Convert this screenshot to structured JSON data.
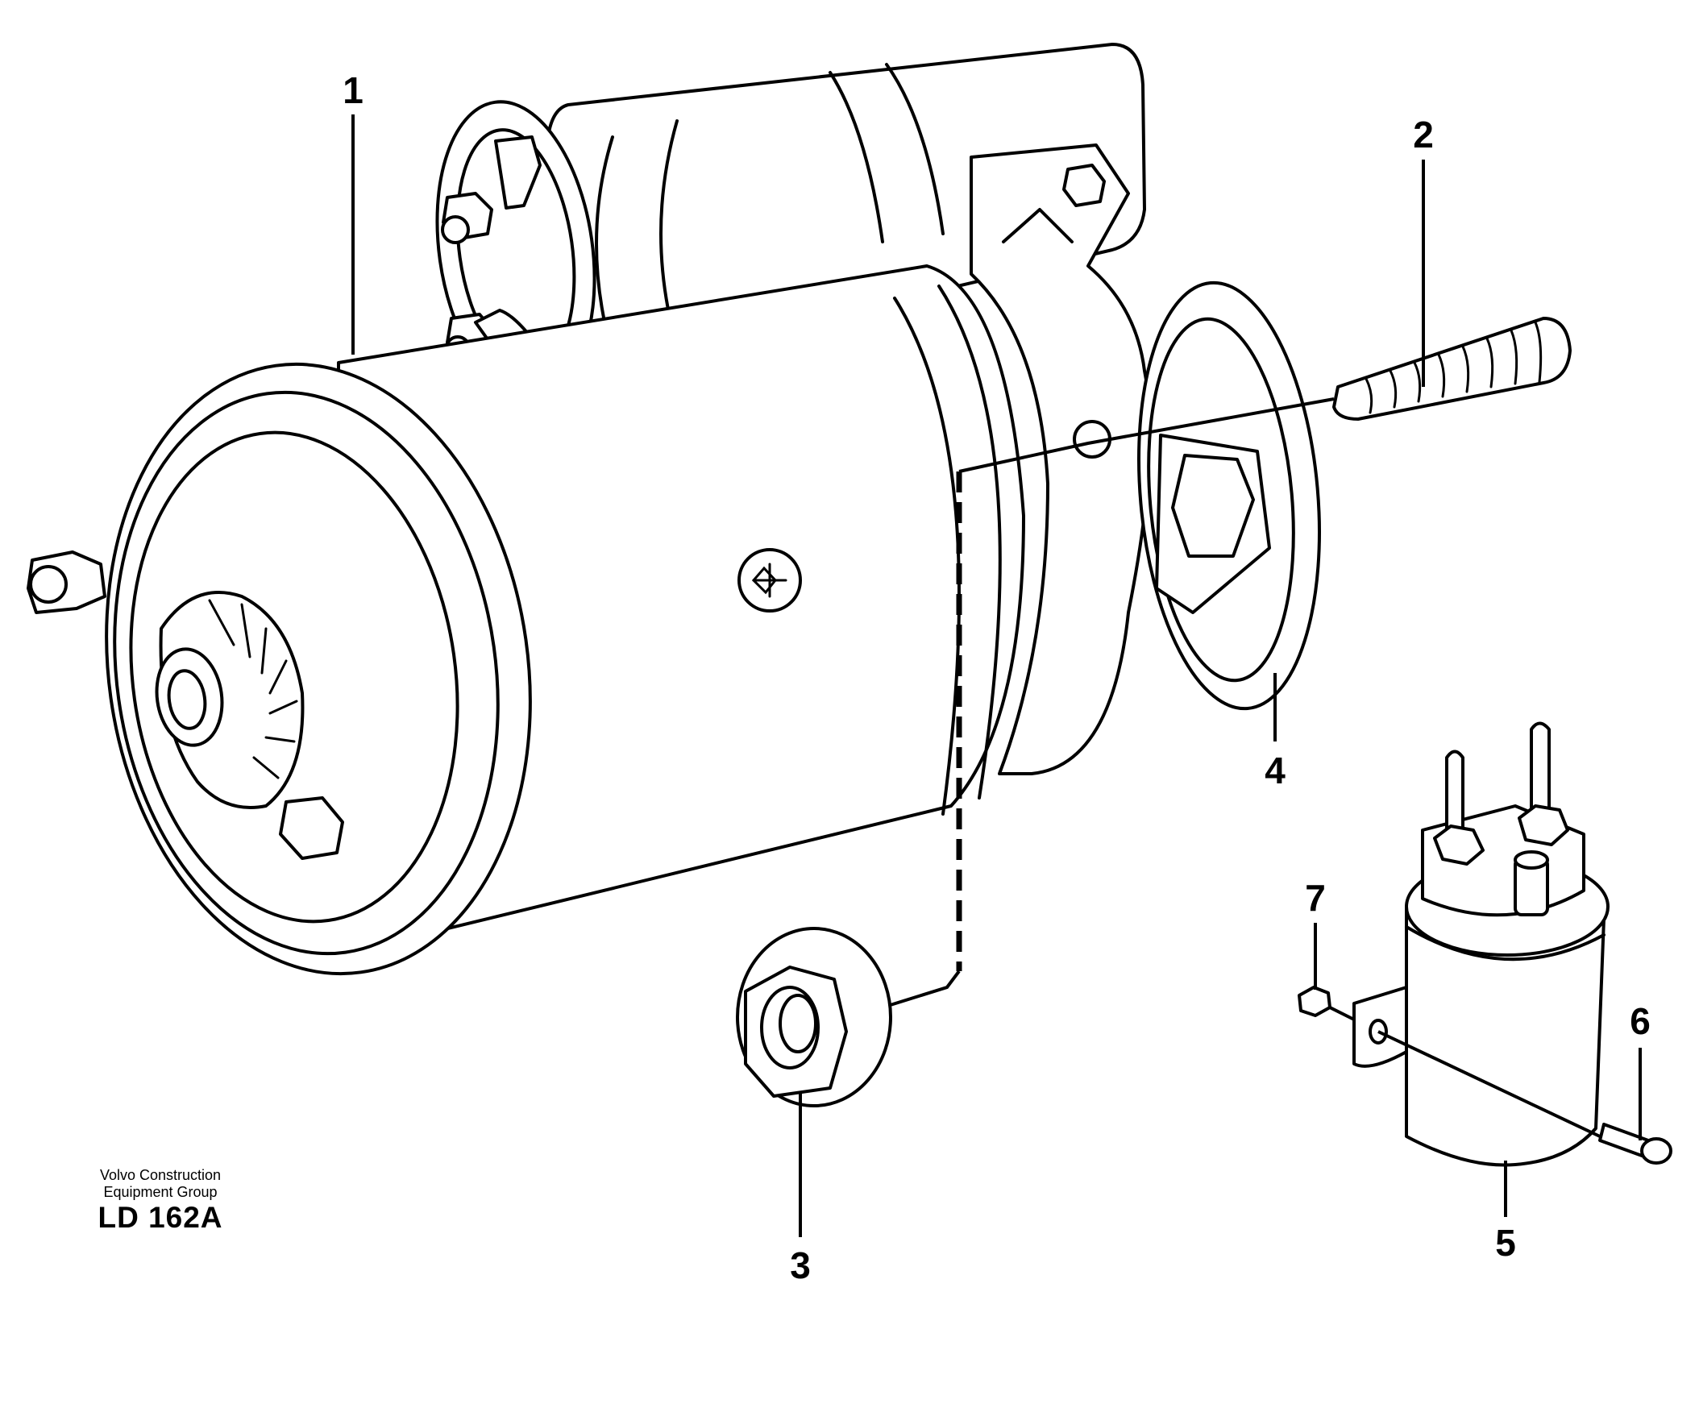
{
  "diagram": {
    "callouts": [
      {
        "id": 1,
        "label": "1",
        "part": "starter-motor"
      },
      {
        "id": 2,
        "label": "2",
        "part": "stud"
      },
      {
        "id": 3,
        "label": "3",
        "part": "flange-nut"
      },
      {
        "id": 4,
        "label": "4",
        "part": "drive-end-housing"
      },
      {
        "id": 5,
        "label": "5",
        "part": "solenoid"
      },
      {
        "id": 6,
        "label": "6",
        "part": "screw"
      },
      {
        "id": 7,
        "label": "7",
        "part": "nut"
      }
    ]
  },
  "credit": {
    "line1": "Volvo Construction",
    "line2": "Equipment Group",
    "code": "LD 162A"
  }
}
